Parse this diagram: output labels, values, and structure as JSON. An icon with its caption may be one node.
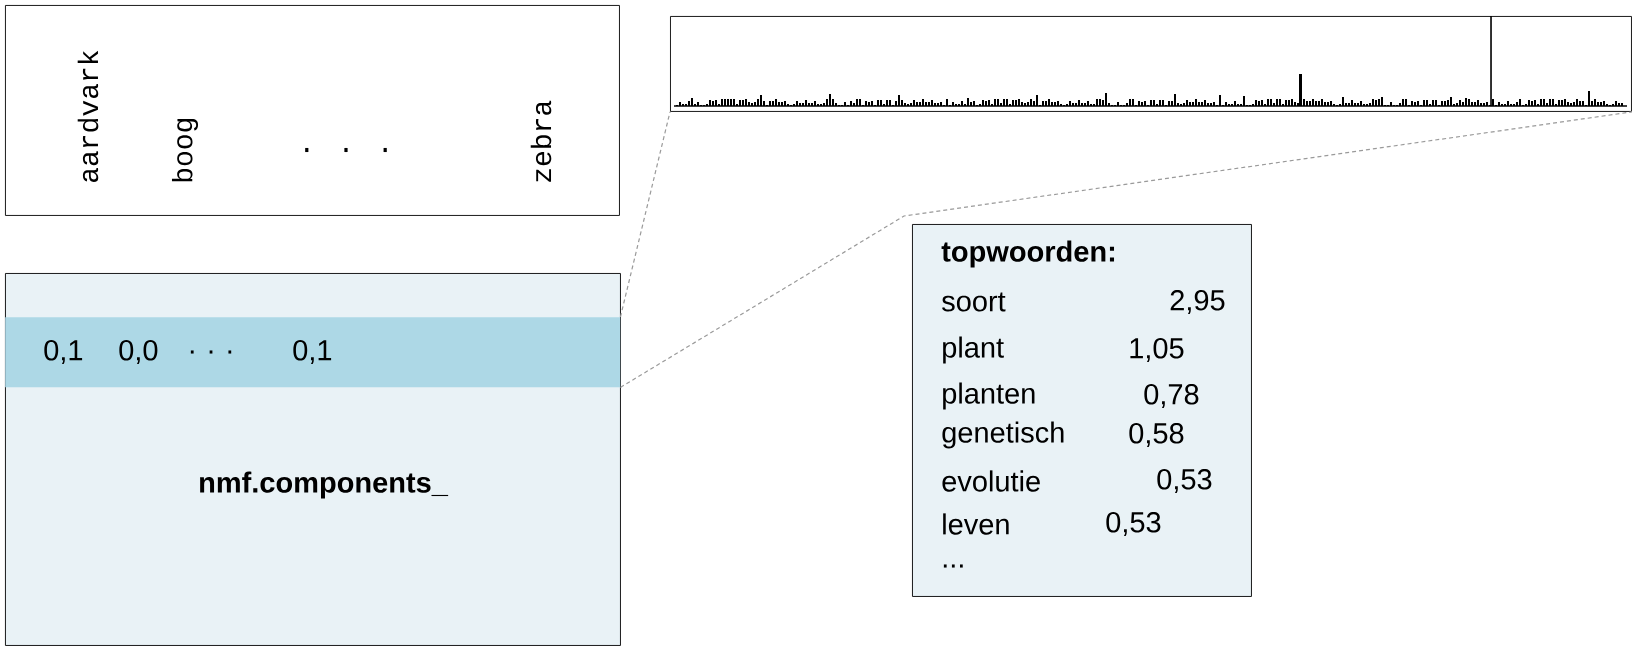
{
  "diagram": {
    "nodes": [
      {
        "text": [
          "aardvark",
          "boog",
          ". . .",
          "zebra"
        ]
      },
      {
        "text": [
          "nmf.components_"
        ]
      },
      {
        "text": [
          "0,1",
          "0,0",
          ". . .",
          "0,1"
        ],
        "in": 1
      },
      {
        "text": [],
        "shape": "picture"
      },
      {
        "text": [
          "topwoorden:",
          "soort",
          "2,95",
          "plant",
          "1,05",
          "planten",
          "0,78",
          "genetisch",
          "0,58",
          "evolutie",
          "0,53",
          "leven",
          "0,53",
          "..."
        ]
      }
    ],
    "edges": [
      {
        "from": 2,
        "to": 3,
        "arrow": "none",
        "style": "dashed"
      },
      {
        "from": 2,
        "to": 3,
        "arrow": "none",
        "style": "dashed"
      }
    ]
  }
}
